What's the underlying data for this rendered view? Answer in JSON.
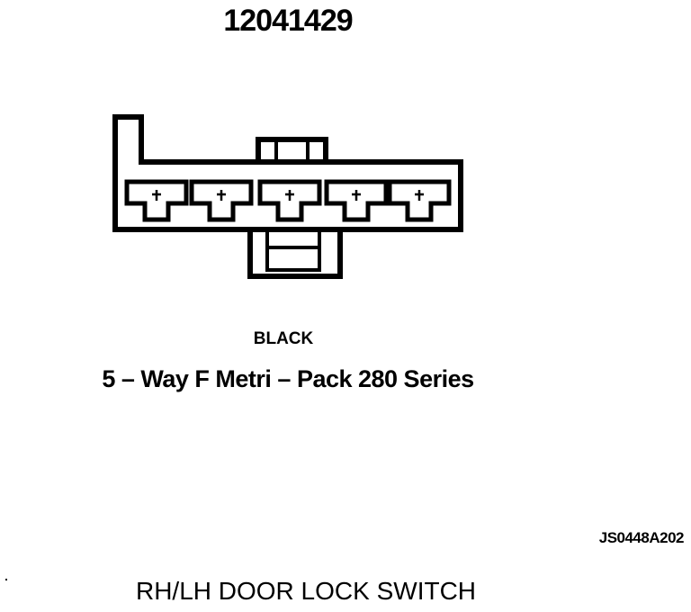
{
  "part_number": "12041429",
  "connector": {
    "color": "BLACK",
    "series": "5 – Way F Metri – Pack 280 Series",
    "cavity_count": 5
  },
  "reference_code": "JS0448A202",
  "caption": "RH/LH DOOR LOCK SWITCH"
}
